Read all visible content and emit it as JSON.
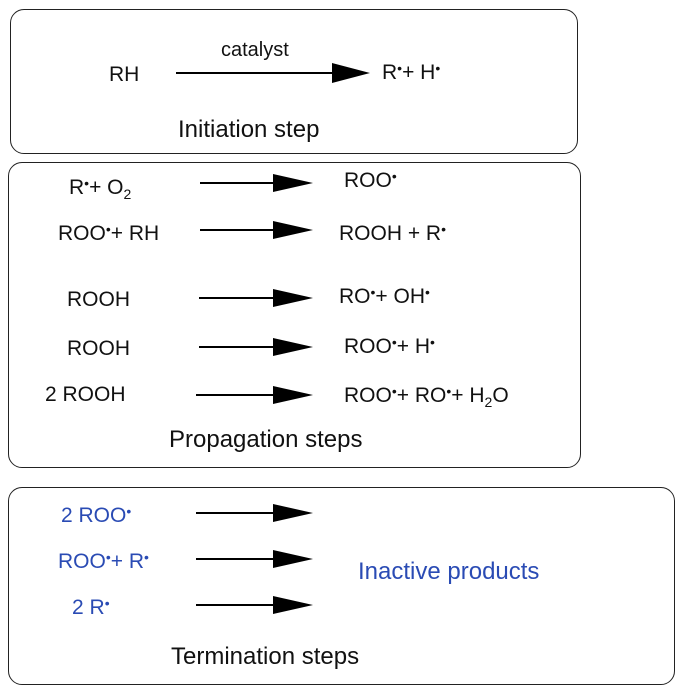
{
  "initiation": {
    "reactant": "RH",
    "catalyst": "catalyst",
    "product": {
      "r": "R",
      "dot": "•",
      "plus": "+ H",
      "dot2": "•"
    },
    "caption": "Initiation step"
  },
  "propagation": {
    "r1": {
      "a": "R",
      "dot": "•",
      "b": "+ O",
      "sub": "2",
      "p": "ROO",
      "pdot": "•"
    },
    "r2": {
      "a": "ROO",
      "dot": "•",
      "b": "+ RH",
      "p": "ROOH + R",
      "pdot": "•"
    },
    "r3": {
      "a": "ROOH",
      "p1": "RO",
      "pdot1": "•",
      "p2": "+ OH",
      "pdot2": "•"
    },
    "r4": {
      "a": "ROOH",
      "p1": "ROO",
      "pdot1": "•",
      "p2": "+ H",
      "pdot2": "•"
    },
    "r5": {
      "a": "2 ROOH",
      "p1": "ROO",
      "pdot1": "•",
      "p2": "+ RO",
      "pdot2": "•",
      "p3": "+ H",
      "sub": "2",
      "p4": "O"
    },
    "caption": "Propagation steps"
  },
  "termination": {
    "r1": {
      "a": "2 ROO",
      "dot": "•"
    },
    "r2": {
      "a": "ROO",
      "dot": "•",
      "b": "+ R",
      "dot2": "•"
    },
    "r3": {
      "a": "2 R",
      "dot": "•"
    },
    "product": "Inactive products",
    "caption": "Termination steps"
  },
  "colors": {
    "termination_text": "#2a4bb4",
    "border": "#222222"
  }
}
